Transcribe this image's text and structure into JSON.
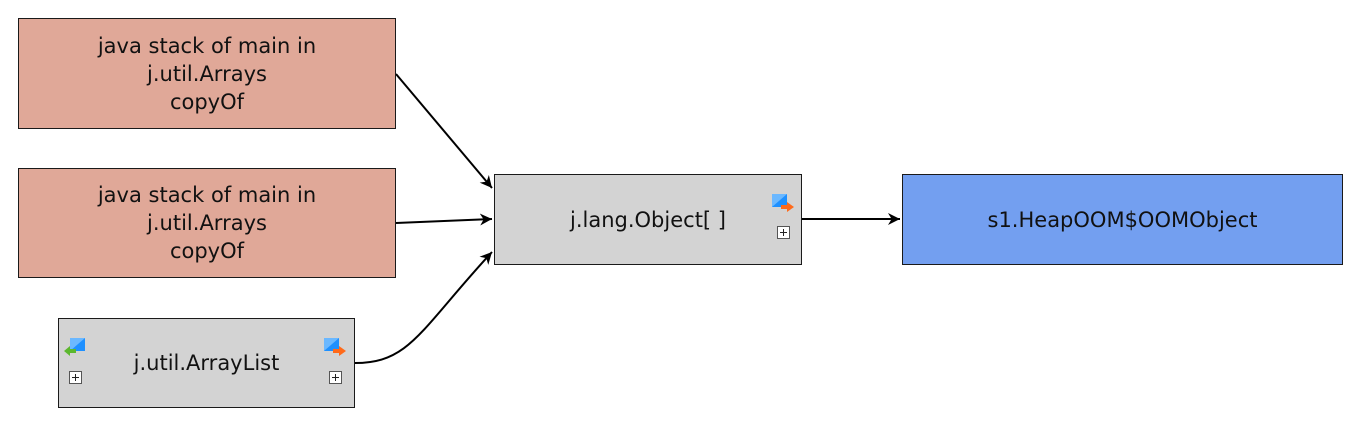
{
  "nodes": {
    "stack_1": {
      "label": "java stack of main in\nj.util.Arrays\ncopyOf",
      "color": "#e0a898"
    },
    "stack_2": {
      "label": "java stack of main in\nj.util.Arrays\ncopyOf",
      "color": "#e0a898"
    },
    "arraylist": {
      "label": "j.util.ArrayList",
      "color": "#d3d3d3",
      "icons": [
        "incoming-refs-icon",
        "outgoing-refs-icon",
        "expand-icon"
      ]
    },
    "object_array": {
      "label": "j.lang.Object[ ]",
      "color": "#d3d3d3",
      "icons": [
        "outgoing-refs-icon",
        "expand-icon"
      ]
    },
    "oom_object": {
      "label": "s1.HeapOOM$OOMObject",
      "color": "#739ff0"
    }
  },
  "edges": [
    {
      "from": "stack_1",
      "to": "object_array"
    },
    {
      "from": "stack_2",
      "to": "object_array"
    },
    {
      "from": "arraylist",
      "to": "object_array"
    },
    {
      "from": "object_array",
      "to": "oom_object"
    }
  ]
}
